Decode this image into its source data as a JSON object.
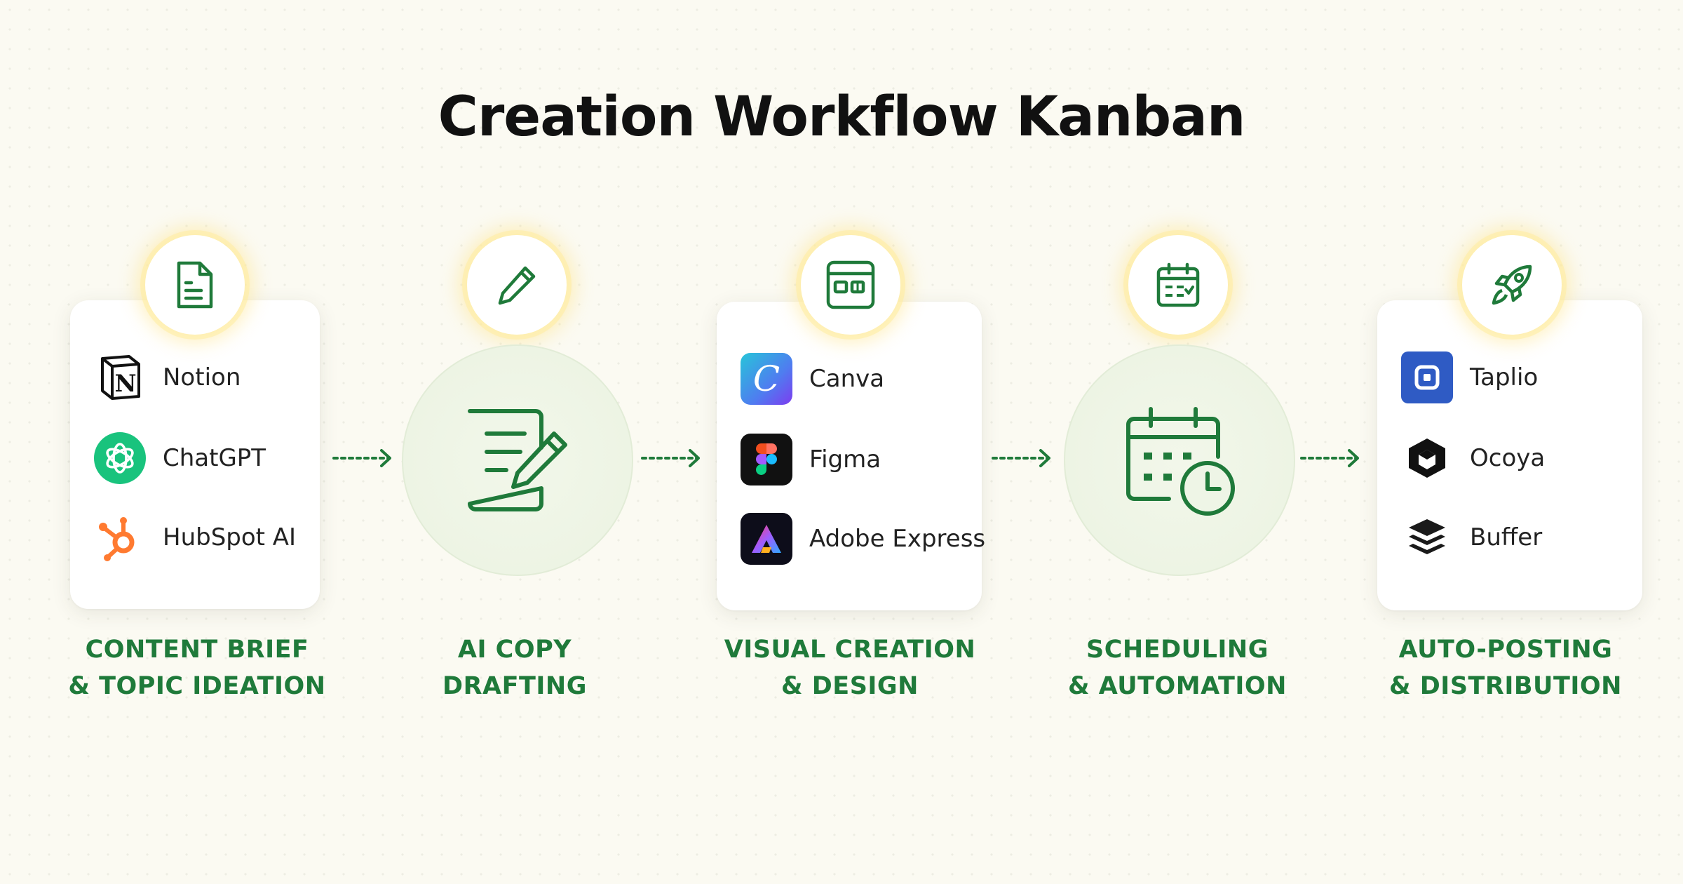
{
  "title": "Creation Workflow Kanban",
  "colors": {
    "accent_green": "#1f7a3a",
    "background": "#fbfaf2"
  },
  "stages": [
    {
      "icon": "document-icon",
      "label_line1": "CONTENT BRIEF",
      "label_line2": "& TOPIC IDEATION",
      "tools": [
        {
          "name": "Notion",
          "logo": "notion-logo"
        },
        {
          "name": "ChatGPT",
          "logo": "chatgpt-logo"
        },
        {
          "name": "HubSpot AI",
          "logo": "hubspot-logo"
        }
      ]
    },
    {
      "icon": "pencil-icon",
      "center_icon": "document-pencil-icon",
      "label_line1": "AI COPY",
      "label_line2": "DRAFTING"
    },
    {
      "icon": "browser-window-icon",
      "label_line1": "VISUAL CREATION",
      "label_line2": "& DESIGN",
      "tools": [
        {
          "name": "Canva",
          "logo": "canva-logo"
        },
        {
          "name": "Figma",
          "logo": "figma-logo"
        },
        {
          "name": "Adobe Express",
          "logo": "adobe-express-logo"
        }
      ]
    },
    {
      "icon": "calendar-icon",
      "center_icon": "calendar-clock-icon",
      "label_line1": "SCHEDULING",
      "label_line2": "& AUTOMATION"
    },
    {
      "icon": "rocket-icon",
      "label_line1": "AUTO-POSTING",
      "label_line2": "& DISTRIBUTION",
      "tools": [
        {
          "name": "Taplio",
          "logo": "taplio-logo"
        },
        {
          "name": "Ocoya",
          "logo": "ocoya-logo"
        },
        {
          "name": "Buffer",
          "logo": "buffer-logo"
        }
      ]
    }
  ]
}
